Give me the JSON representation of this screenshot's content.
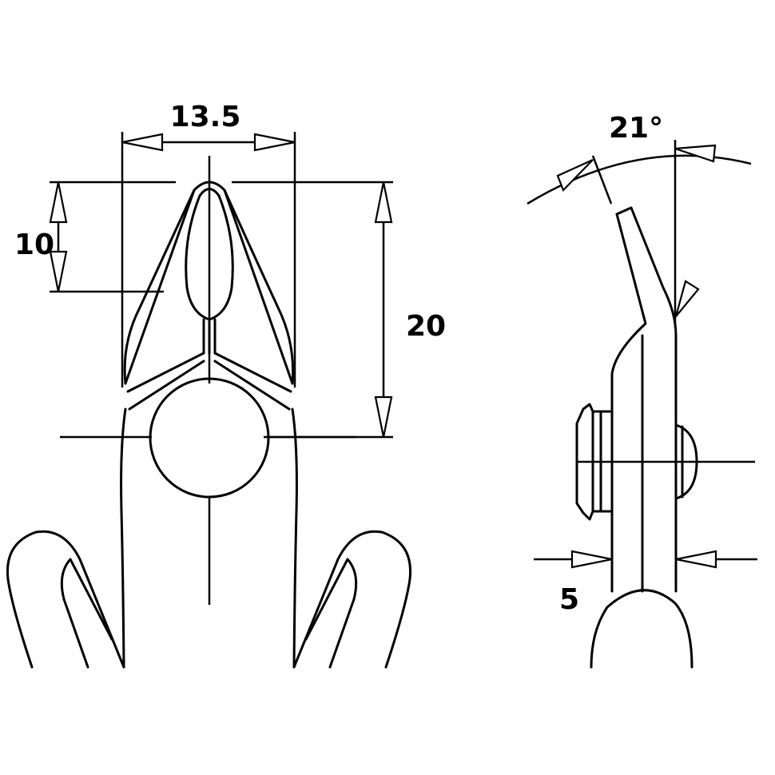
{
  "dimensions": {
    "jaw_width": "13.5",
    "cutting_length": "10",
    "head_length": "20",
    "head_angle": "21°",
    "head_thickness": "5"
  },
  "colors": {
    "line": "#000000",
    "background": "#ffffff"
  }
}
